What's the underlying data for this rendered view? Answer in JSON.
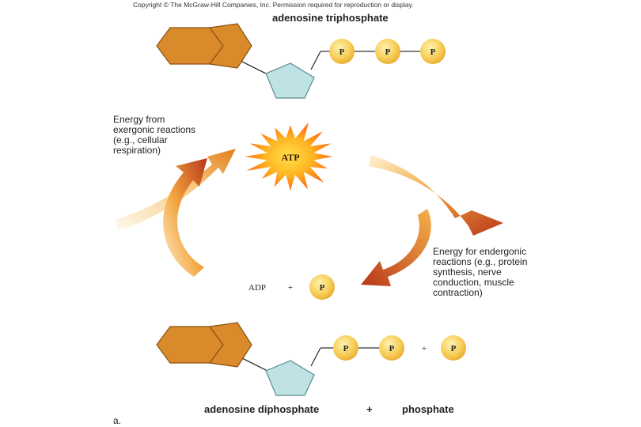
{
  "copyright": "Copyright © The McGraw-Hill Companies, Inc. Permission required for reproduction or display.",
  "atp": {
    "title": "adenosine triphosphate",
    "phosphate_label": "P",
    "center_label": "ATP"
  },
  "energy_in": {
    "line1": "Energy from",
    "line2": "exergonic reactions",
    "line3": "(e.g., cellular",
    "line4": "respiration)"
  },
  "energy_out": {
    "line1": "Energy for endergonic",
    "line2": "reactions (e.g., protein",
    "line3": "synthesis, nerve",
    "line4": "conduction, muscle",
    "line5": "contraction)"
  },
  "adp_row": {
    "adp_label": "ADP",
    "plus": "+",
    "phosphate_label": "P"
  },
  "adp": {
    "title": "adenosine diphosphate",
    "plus": "+",
    "phosphate_title": "phosphate",
    "phosphate_label": "P"
  },
  "panel_label": "a.",
  "colors": {
    "adenine_fill": "#d98a2b",
    "adenine_stroke": "#8a5212",
    "ribose_fill": "#bfe2e4",
    "ribose_stroke": "#5a8c90",
    "phosphate_fill": "#f7cf5a",
    "starburst": "#ff7a10",
    "arrow_dark": "#b8361a",
    "arrow_light": "#fbe7b8"
  }
}
